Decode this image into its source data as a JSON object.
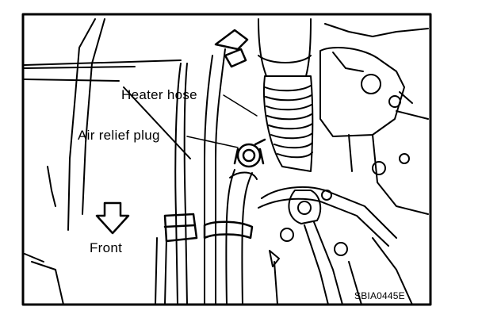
{
  "labels": {
    "heater_hose": "Heater hose",
    "air_relief_plug": "Air relief plug",
    "front": "Front"
  },
  "figure_code": "SBIA0445E",
  "colors": {
    "ink": "#000000",
    "paper": "#ffffff"
  },
  "icons": {
    "direction": "down-arrow-icon"
  }
}
